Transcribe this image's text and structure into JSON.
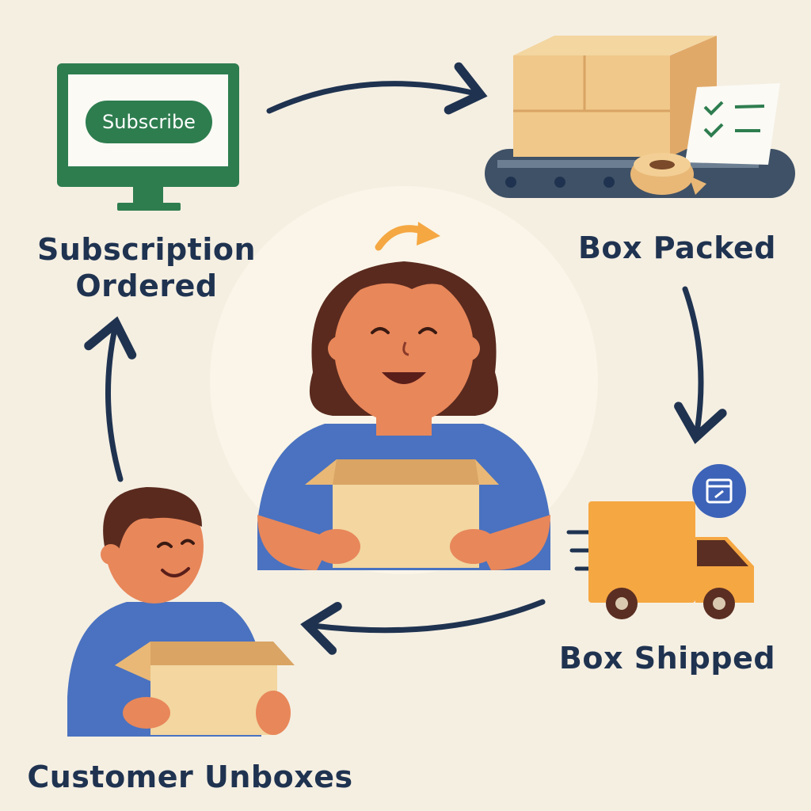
{
  "steps": {
    "subscription": {
      "label_line1": "Subscription",
      "label_line2": "Ordered",
      "button": "Subscribe"
    },
    "packed": {
      "label": "Box Packed"
    },
    "shipped": {
      "label": "Box Shipped"
    },
    "unbox": {
      "label": "Customer Unboxes"
    }
  },
  "colors": {
    "background": "#f5efe2",
    "text": "#1f3350",
    "green": "#2e7d4f",
    "box": "#f0c88a",
    "truck": "#f5a742",
    "shirt": "#4a72c0"
  }
}
